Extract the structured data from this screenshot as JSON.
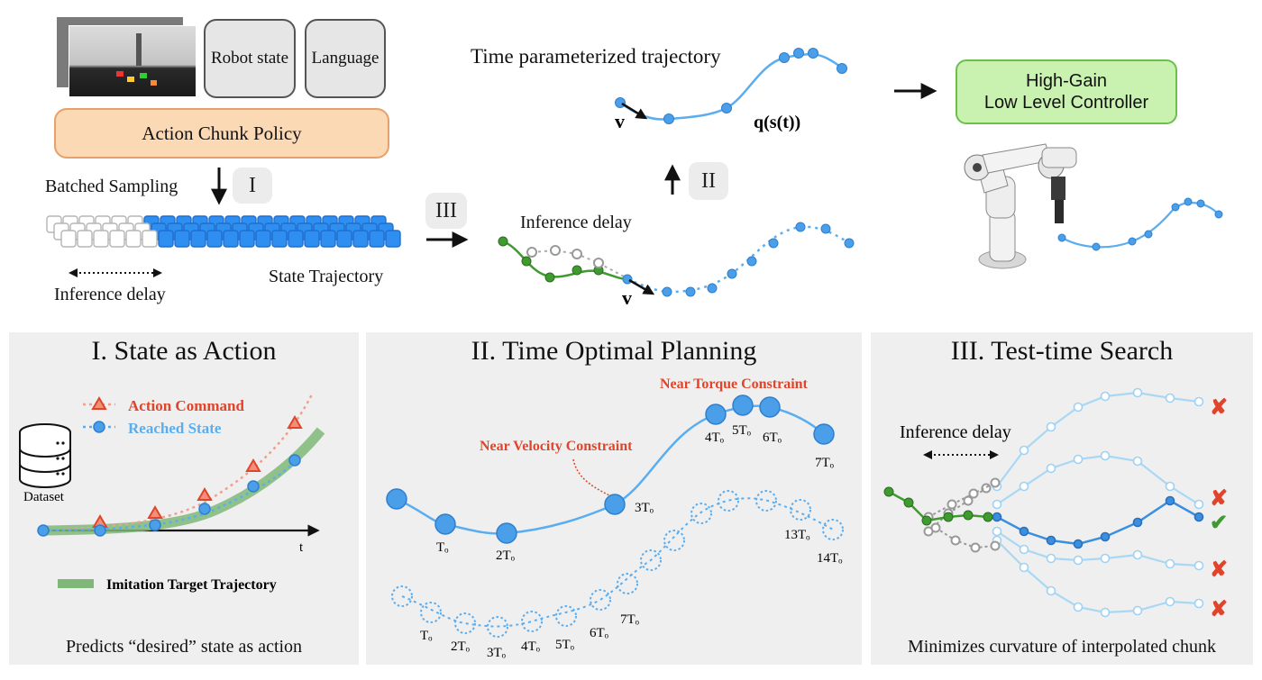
{
  "top": {
    "robot_state_label": "Robot state",
    "language_label": "Language",
    "policy_label": "Action Chunk Policy",
    "batched_sampling_label": "Batched Sampling",
    "step_I": "I",
    "step_II": "II",
    "step_III": "III",
    "inference_delay_label": "Inference delay",
    "state_trajectory_label": "State Trajectory",
    "time_param_label": "Time parameterized trajectory",
    "q_label": "q(s(t))",
    "v_label": "v",
    "inference_delay_mid_label": "Inference delay",
    "controller_line1": "High-Gain",
    "controller_line2": "Low Level Controller"
  },
  "panel1": {
    "title": "I. State as Action",
    "legend_action": "Action Command",
    "legend_reached": "Reached State",
    "dataset_label": "Dataset",
    "t_label": "t",
    "imitation_label": "Imitation Target Trajectory",
    "footer": "Predicts “desired” state as action"
  },
  "panel2": {
    "title": "II. Time Optimal Planning",
    "near_torque": "Near Torque Constraint",
    "near_velocity": "Near Velocity Constraint",
    "upper_labels": [
      "Tₒ",
      "2Tₒ",
      "3Tₒ",
      "4Tₒ",
      "5Tₒ",
      "6Tₒ",
      "7Tₒ"
    ],
    "lower_labels": [
      "Tₒ",
      "2Tₒ",
      "3Tₒ",
      "4Tₒ",
      "5Tₒ",
      "6Tₒ",
      "7Tₒ",
      "13Tₒ",
      "14Tₒ"
    ]
  },
  "panel3": {
    "title": "III. Test-time Search",
    "inference_delay_label": "Inference delay",
    "footer": "Minimizes curvature of interpolated chunk"
  },
  "colors": {
    "blue": "#5aaef0",
    "blue_dark": "#3a8fde",
    "green": "#3f9a2f",
    "red": "#e0442a",
    "light_blue": "#a8d8f4",
    "gray": "#999999"
  },
  "icons": [
    "camera-image",
    "robot-arm-image",
    "database-icon",
    "check-icon",
    "cross-icon",
    "arrow-icon"
  ]
}
